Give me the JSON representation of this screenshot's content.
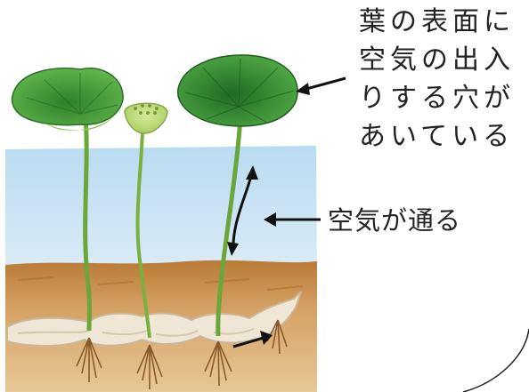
{
  "labels": {
    "leaf_note": [
      "葉の表面に",
      "空気の出入",
      "りする穴が",
      "あいている"
    ],
    "air_flow": "空気が通る"
  },
  "colors": {
    "water": "#c9e3f3",
    "mud": "#c98f4a",
    "leaf": "#3f9a3a",
    "stem": "#6aa63a",
    "rhizome": "#efe6d6",
    "root": "#8a5a2a",
    "text": "#222222"
  }
}
